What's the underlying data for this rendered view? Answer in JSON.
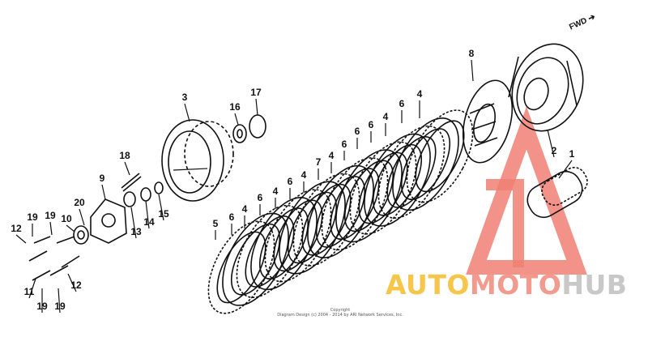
{
  "fwd_label": "FWD",
  "copyright": [
    "Copyright",
    "Diagram Design (c) 2004 - 2014 by ARI Network Services, Inc."
  ],
  "watermark": {
    "part1": "AUTO",
    "part2": "MOTO",
    "part3": "HUB"
  },
  "colors": {
    "ink": "#111111",
    "logo_red": "#f07f73",
    "logo_yellow": "#f6c64a",
    "logo_gray": "#c8c8c8"
  },
  "callouts": [
    {
      "id": "1",
      "label": "1"
    },
    {
      "id": "2",
      "label": "2"
    },
    {
      "id": "3",
      "label": "3"
    },
    {
      "id": "4a",
      "label": "4"
    },
    {
      "id": "4b",
      "label": "4"
    },
    {
      "id": "4c",
      "label": "4"
    },
    {
      "id": "4d",
      "label": "4"
    },
    {
      "id": "4e",
      "label": "4"
    },
    {
      "id": "4f",
      "label": "4"
    },
    {
      "id": "4g",
      "label": "4"
    },
    {
      "id": "5",
      "label": "5"
    },
    {
      "id": "6a",
      "label": "6"
    },
    {
      "id": "6b",
      "label": "6"
    },
    {
      "id": "6c",
      "label": "6"
    },
    {
      "id": "6d",
      "label": "6"
    },
    {
      "id": "6e",
      "label": "6"
    },
    {
      "id": "6f",
      "label": "6"
    },
    {
      "id": "6g",
      "label": "6"
    },
    {
      "id": "7",
      "label": "7"
    },
    {
      "id": "8",
      "label": "8"
    },
    {
      "id": "9",
      "label": "9"
    },
    {
      "id": "10",
      "label": "10"
    },
    {
      "id": "11",
      "label": "11"
    },
    {
      "id": "12a",
      "label": "12"
    },
    {
      "id": "12b",
      "label": "12"
    },
    {
      "id": "13",
      "label": "13"
    },
    {
      "id": "14",
      "label": "14"
    },
    {
      "id": "15",
      "label": "15"
    },
    {
      "id": "16",
      "label": "16"
    },
    {
      "id": "17",
      "label": "17"
    },
    {
      "id": "18",
      "label": "18"
    },
    {
      "id": "19a",
      "label": "19"
    },
    {
      "id": "19b",
      "label": "19"
    },
    {
      "id": "19c",
      "label": "19"
    },
    {
      "id": "19d",
      "label": "19"
    },
    {
      "id": "20",
      "label": "20"
    }
  ]
}
